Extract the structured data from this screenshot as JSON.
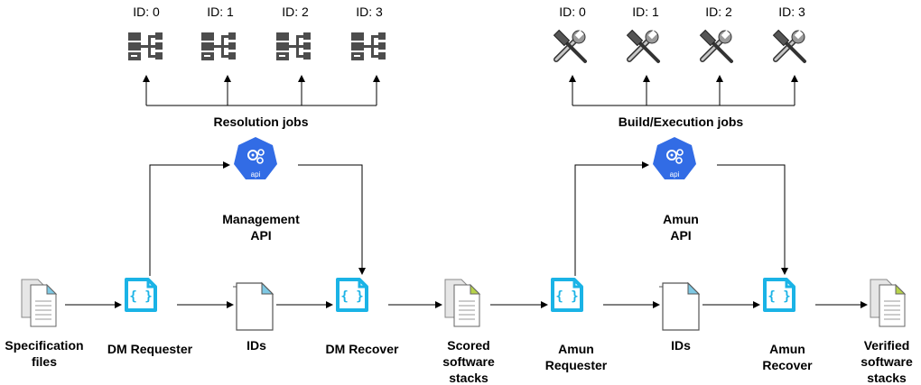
{
  "resolution_section": {
    "ids": [
      "ID: 0",
      "ID: 1",
      "ID: 2",
      "ID: 3"
    ],
    "jobs_label": "Resolution jobs",
    "api_label_line1": "Management",
    "api_label_line2": "API",
    "api_icon_text": "api"
  },
  "build_section": {
    "ids": [
      "ID: 0",
      "ID: 1",
      "ID: 2",
      "ID: 3"
    ],
    "jobs_label": "Build/Execution jobs",
    "api_label_line1": "Amun",
    "api_label_line2": "API",
    "api_icon_text": "api"
  },
  "pipeline": {
    "spec_files_line1": "Specification",
    "spec_files_line2": "files",
    "dm_requester": "DM Requester",
    "ids_1": "IDs",
    "dm_recover": "DM Recover",
    "scored_line1": "Scored",
    "scored_line2": "software",
    "scored_line3": "stacks",
    "amun_requester_line1": "Amun",
    "amun_requester_line2": "Requester",
    "ids_2": "IDs",
    "amun_recover_line1": "Amun",
    "amun_recover_line2": "Recover",
    "verified_line1": "Verified",
    "verified_line2": "software",
    "verified_line3": "stacks"
  },
  "icons": {
    "json_icon_glyph": "{ }",
    "colors": {
      "json_frame": "#1ab3e6",
      "api_hex": "#326ce5",
      "server": "#4d4d4d",
      "doc_corner_blue": "#7ec8e3",
      "doc_corner_green": "#b7d34a"
    }
  }
}
